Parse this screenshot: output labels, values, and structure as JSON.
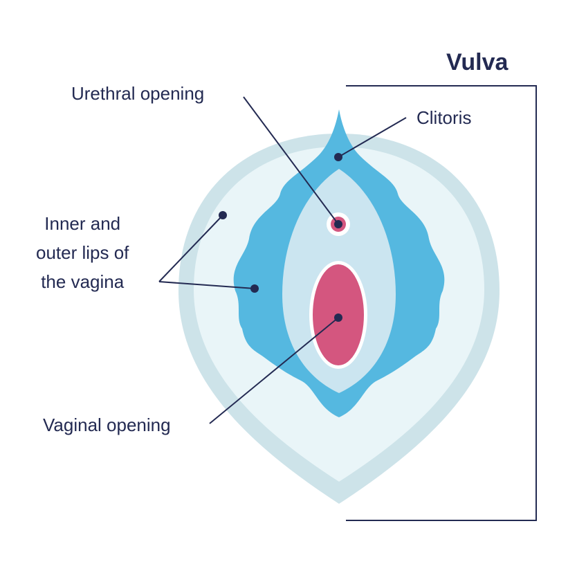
{
  "title": "Vulva",
  "labels": {
    "urethral_opening": "Urethral opening",
    "clitoris": "Clitoris",
    "lips": "Inner and\nouter lips of\nthe vagina",
    "vaginal_opening": "Vaginal opening"
  },
  "colors": {
    "outer_shadow": "#cde3e9",
    "outer_fill": "#e9f5f8",
    "inner_lips": "#55b8e0",
    "vestibule": "#cbe5f0",
    "opening": "#d4567f",
    "ink": "#232a52"
  }
}
